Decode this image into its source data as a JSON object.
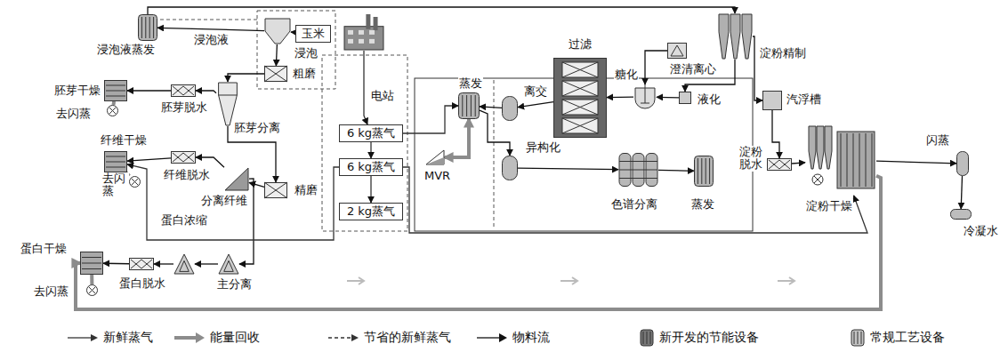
{
  "diagram": {
    "nodes": [
      {
        "text": [
          "浸泡液蒸发"
        ]
      },
      {
        "text": [
          "浸泡"
        ]
      },
      {
        "text": [
          "玉米"
        ]
      },
      {
        "text": [
          "粗磨"
        ]
      },
      {
        "text": [
          "胚芽分离"
        ]
      },
      {
        "text": [
          "胚芽脱水"
        ]
      },
      {
        "text": [
          "胚芽干燥"
        ]
      },
      {
        "text": [
          "去闪蒸"
        ]
      },
      {
        "text": [
          "精磨"
        ]
      },
      {
        "text": [
          "分离纤维"
        ]
      },
      {
        "text": [
          "纤维脱水"
        ]
      },
      {
        "text": [
          "纤维干燥"
        ]
      },
      {
        "text": [
          "去闪 蒸"
        ]
      },
      {
        "text": [
          "主分离"
        ]
      },
      {
        "text": [
          "蛋白浓缩"
        ]
      },
      {
        "text": [
          "蛋白脱水"
        ]
      },
      {
        "text": [
          "蛋白干燥"
        ]
      },
      {
        "text": [
          "去闪蒸"
        ]
      },
      {
        "text": [
          "电站"
        ]
      },
      {
        "text": [
          "6 kg蒸气"
        ]
      },
      {
        "text": [
          "6 kg蒸气"
        ]
      },
      {
        "text": [
          "2 kg蒸气"
        ]
      },
      {
        "text": [
          "蒸发"
        ]
      },
      {
        "text": [
          "MVR"
        ]
      },
      {
        "text": [
          "离交"
        ]
      },
      {
        "text": [
          "异构化"
        ]
      },
      {
        "text": [
          "过滤"
        ]
      },
      {
        "text": [
          "糖化"
        ]
      },
      {
        "text": [
          "澄清离心"
        ]
      },
      {
        "text": [
          "液化"
        ]
      },
      {
        "text": [
          "淀粉精制"
        ]
      },
      {
        "text": [
          "色谱分离"
        ]
      },
      {
        "text": [
          "蒸发"
        ]
      },
      {
        "text": [
          "汽浮槽"
        ]
      },
      {
        "text": [
          "淀粉 脱水"
        ]
      },
      {
        "text": [
          "淀粉干燥"
        ]
      },
      {
        "text": [
          "闪蒸"
        ]
      },
      {
        "text": [
          "冷凝水"
        ]
      }
    ],
    "edges": [
      {
        "from": 2,
        "to": 1,
        "arrow": "to"
      },
      {
        "from": 1,
        "to": 0,
        "label": "浸泡液",
        "arrow": "to"
      },
      {
        "from": 1,
        "to": 3,
        "arrow": "to"
      },
      {
        "from": 3,
        "to": 4,
        "arrow": "to"
      },
      {
        "from": 4,
        "to": 5,
        "arrow": "to"
      },
      {
        "from": 5,
        "to": 6,
        "arrow": "to"
      },
      {
        "from": 6,
        "to": 7,
        "arrow": "none"
      },
      {
        "from": 4,
        "to": 8,
        "arrow": "to"
      },
      {
        "from": 8,
        "to": 9,
        "arrow": "to"
      },
      {
        "from": 9,
        "to": 10,
        "arrow": "to"
      },
      {
        "from": 10,
        "to": 11,
        "arrow": "to"
      },
      {
        "from": 11,
        "to": 12,
        "arrow": "none"
      },
      {
        "from": 9,
        "to": 13,
        "arrow": "to"
      },
      {
        "from": 13,
        "to": 14,
        "arrow": "to"
      },
      {
        "from": 14,
        "to": 15,
        "arrow": "to"
      },
      {
        "from": 15,
        "to": 16,
        "arrow": "to"
      },
      {
        "from": 16,
        "to": 17,
        "arrow": "none"
      },
      {
        "from": 18,
        "to": 19,
        "arrow": "to"
      },
      {
        "from": 19,
        "to": 20,
        "arrow": "to"
      },
      {
        "from": 20,
        "to": 21,
        "arrow": "to"
      },
      {
        "from": 19,
        "to": 22,
        "arrow": "to"
      },
      {
        "from": 20,
        "to": 11,
        "arrow": "to"
      },
      {
        "from": 35,
        "to": 16,
        "arrow": "to"
      },
      {
        "from": 22,
        "to": 23,
        "arrow": "both"
      },
      {
        "from": 0,
        "to": 30,
        "arrow": "to"
      },
      {
        "from": 30,
        "to": 29,
        "arrow": "to"
      },
      {
        "from": 29,
        "to": 27,
        "arrow": "to"
      },
      {
        "from": 27,
        "to": 26,
        "arrow": "to"
      },
      {
        "from": 26,
        "to": 24,
        "arrow": "to"
      },
      {
        "from": 24,
        "to": 22,
        "arrow": "to"
      },
      {
        "from": 22,
        "to": 25,
        "arrow": "to"
      },
      {
        "from": 25,
        "to": 31,
        "arrow": "to"
      },
      {
        "from": 31,
        "to": 32,
        "arrow": "to"
      },
      {
        "from": 28,
        "to": 27,
        "arrow": "to"
      },
      {
        "from": 30,
        "to": 33,
        "arrow": "to"
      },
      {
        "from": 33,
        "to": 34,
        "arrow": "to"
      },
      {
        "from": 34,
        "to": 35,
        "arrow": "to"
      },
      {
        "from": 35,
        "to": 36,
        "arrow": "to"
      },
      {
        "from": 36,
        "to": 37,
        "arrow": "to"
      },
      {
        "from": 20,
        "to": 35,
        "arrow": "to"
      }
    ],
    "legend": [
      {
        "text": "新鲜蒸气"
      },
      {
        "text": "能量回收"
      },
      {
        "text": "节省的新鲜蒸气"
      },
      {
        "text": "物料流"
      },
      {
        "text": "新开发的节能设备"
      },
      {
        "text": "常规工艺设备"
      }
    ]
  }
}
